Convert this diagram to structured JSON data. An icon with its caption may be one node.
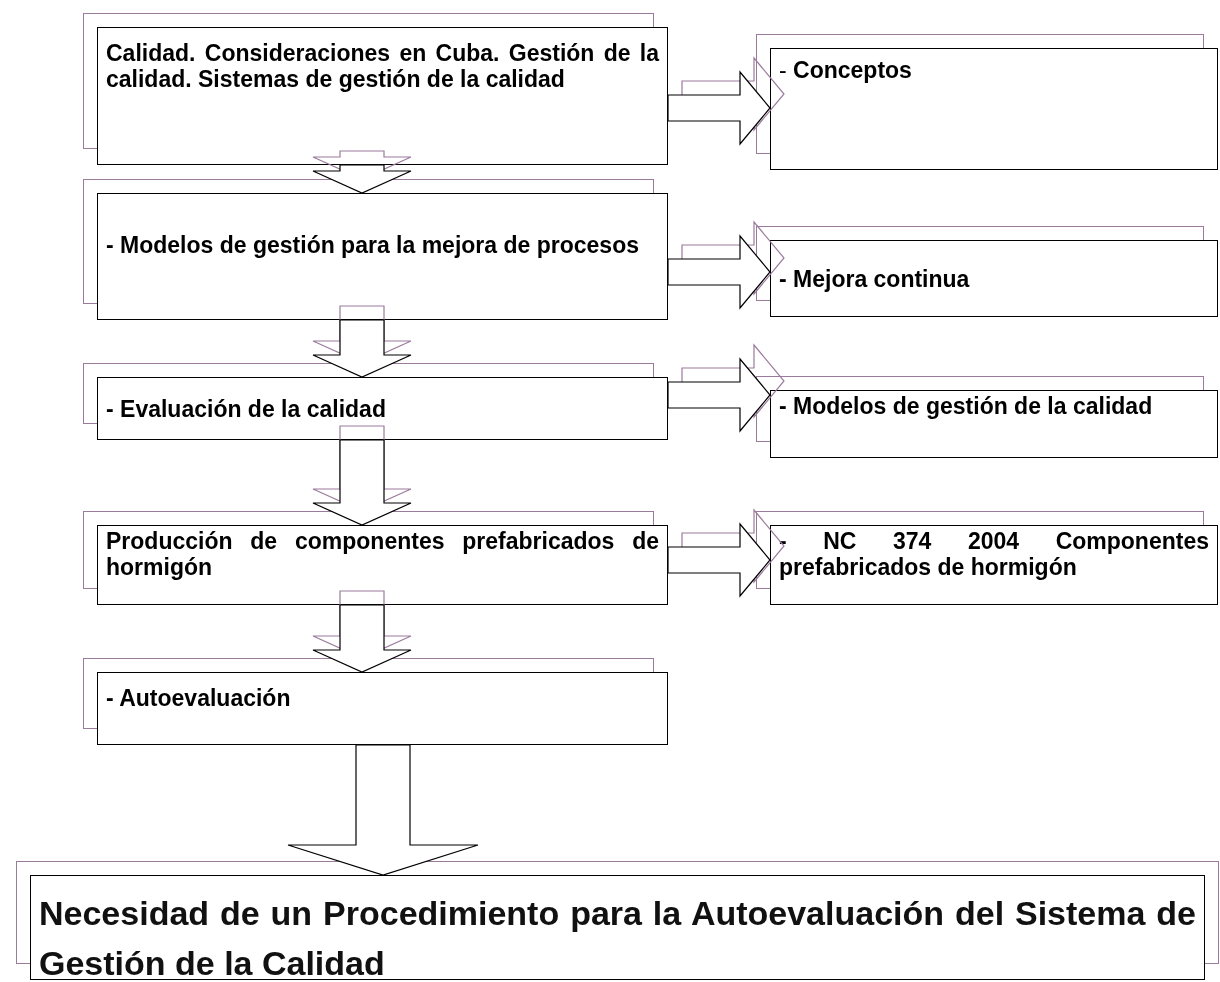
{
  "diagram": {
    "nodes": [
      {
        "text": [
          "Calidad. Consideraciones en Cuba. Gestión de la calidad. Sistemas de gestión de la calidad"
        ]
      },
      {
        "text": [
          "- **Conceptos**"
        ]
      },
      {
        "text": [
          "**- Modelos de gestión para la mejora de procesos**"
        ]
      },
      {
        "text": [
          "**- Mejora continua**"
        ]
      },
      {
        "text": [
          "**- Evaluación de la calidad**"
        ]
      },
      {
        "text": [
          "**- Modelos de gestión de la calidad**"
        ]
      },
      {
        "text": [
          "**Producción de componentes prefabricados de hormigón**"
        ]
      },
      {
        "text": [
          "**- NC 374 2004  Componentes prefabricados de hormigón**"
        ]
      },
      {
        "text": [
          "**- Autoevaluación**"
        ]
      },
      {
        "text": [
          "Necesidad de un Procedimiento para la Autoevaluación del Sistema de Gestión de la Calidad"
        ]
      }
    ],
    "edges": [
      {
        "from": 0,
        "to": 1,
        "arrow": "to"
      },
      {
        "from": 0,
        "to": 2,
        "arrow": "to"
      },
      {
        "from": 2,
        "to": 3,
        "arrow": "to"
      },
      {
        "from": 2,
        "to": 4,
        "arrow": "to"
      },
      {
        "from": 4,
        "to": 5,
        "arrow": "to"
      },
      {
        "from": 4,
        "to": 6,
        "arrow": "to"
      },
      {
        "from": 6,
        "to": 7,
        "arrow": "to"
      },
      {
        "from": 6,
        "to": 8,
        "arrow": "to"
      },
      {
        "from": 8,
        "to": 9,
        "arrow": "to"
      }
    ]
  }
}
